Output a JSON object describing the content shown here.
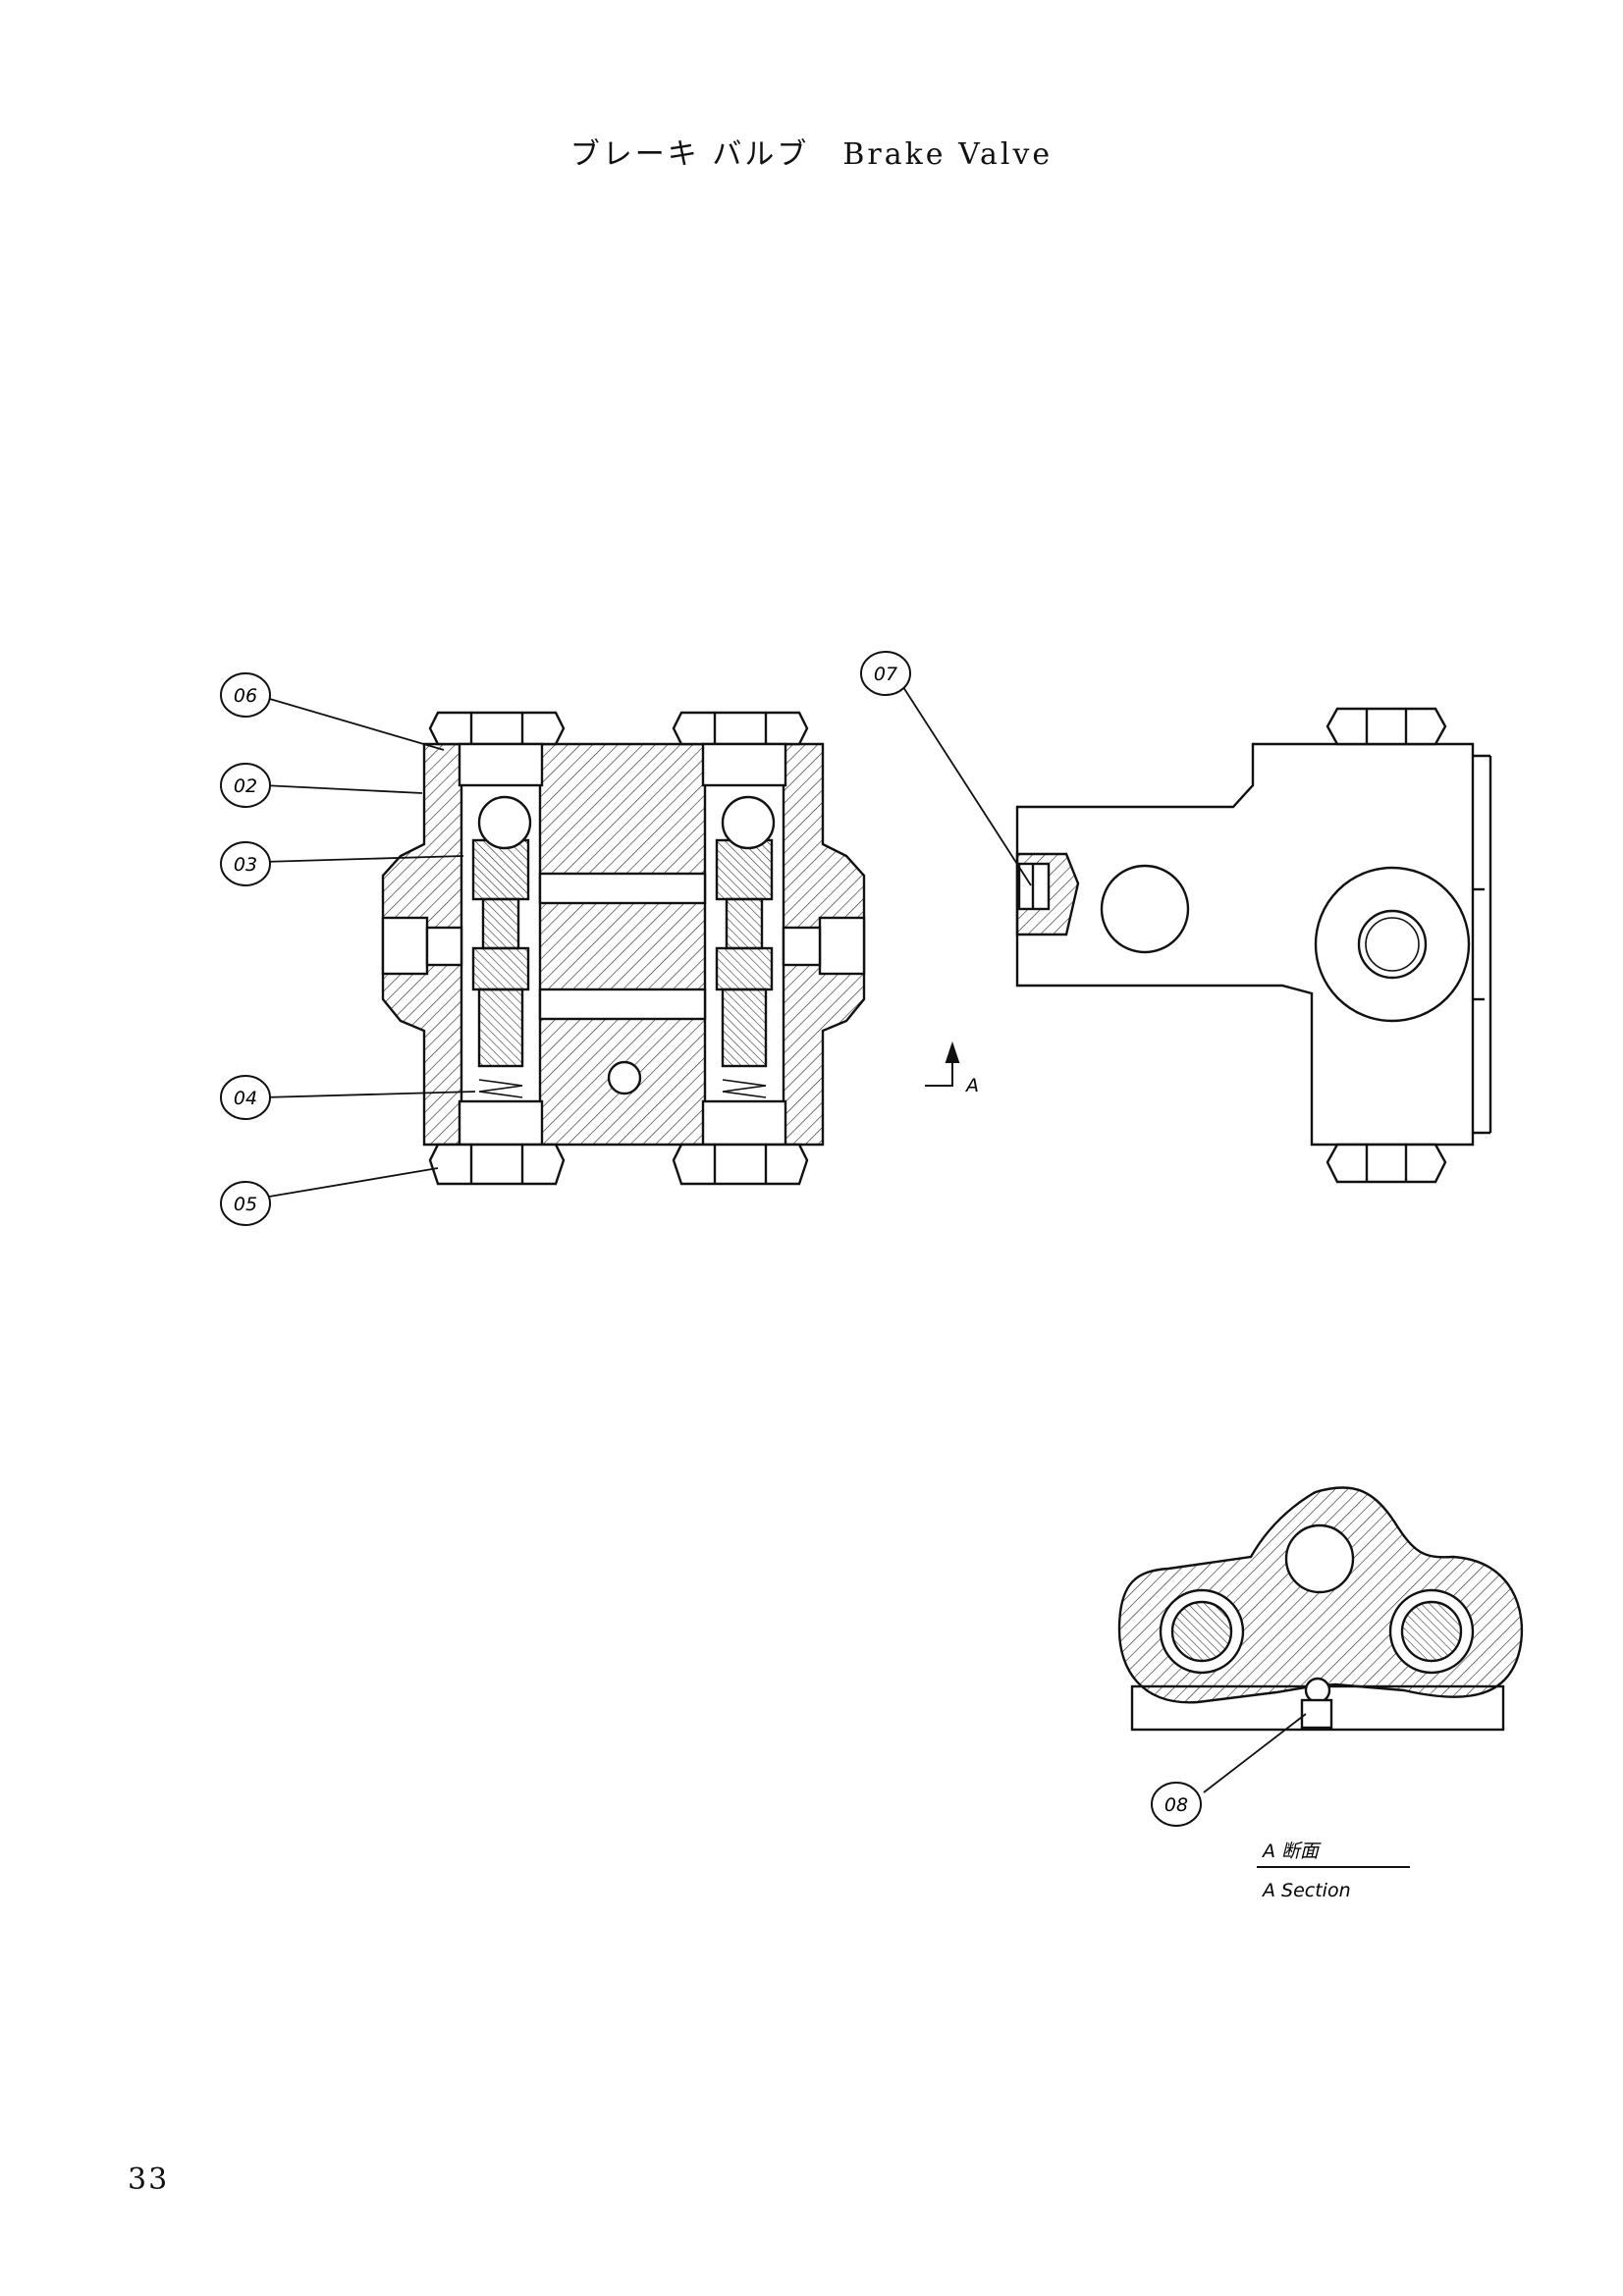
{
  "title": {
    "japanese": "ブレーキ バルブ",
    "english": "Brake Valve"
  },
  "callouts": [
    {
      "id": "06"
    },
    {
      "id": "02"
    },
    {
      "id": "03"
    },
    {
      "id": "04"
    },
    {
      "id": "05"
    },
    {
      "id": "07"
    },
    {
      "id": "08"
    }
  ],
  "section_marker": "A",
  "section_caption": {
    "japanese": "A 断面",
    "english": "A Section"
  },
  "page_number": "33",
  "colors": {
    "line": "#111111",
    "hatch": "#222222",
    "paper": "#ffffff"
  }
}
